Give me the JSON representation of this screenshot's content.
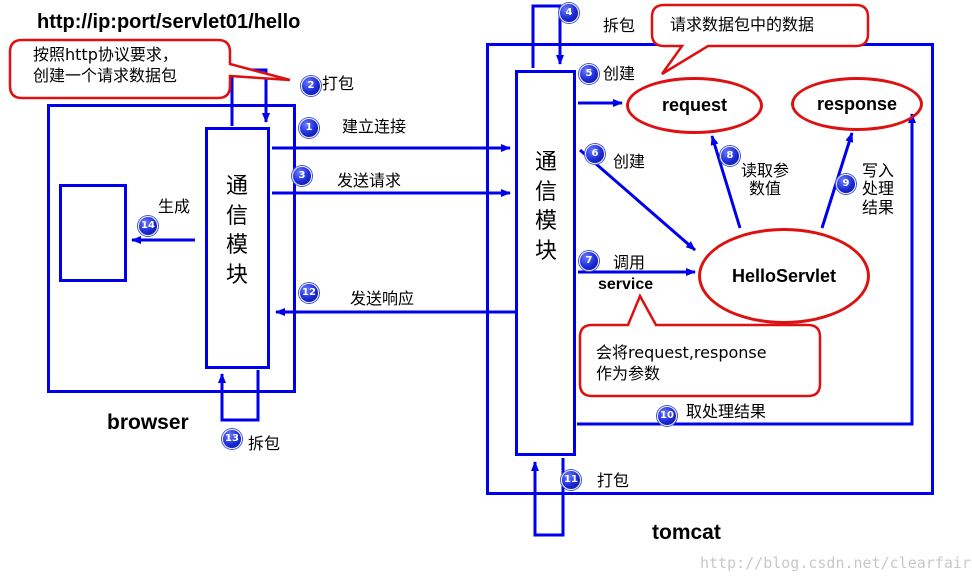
{
  "title_url": "http://ip:port/servlet01/hello",
  "browser": {
    "name": "browser",
    "comm_module_chars": [
      "通",
      "信",
      "模",
      "块"
    ],
    "generate_label": "生成",
    "unpack_label": "拆包"
  },
  "tomcat": {
    "name": "tomcat",
    "comm_module_chars": [
      "通",
      "信",
      "模",
      "块"
    ],
    "unpack_label": "拆包",
    "pack_label": "打包",
    "create_label_5": "创建",
    "create_label_6": "创建",
    "read_params_label": [
      "读取参",
      "数值"
    ],
    "write_result_label": [
      "写入",
      "处理",
      "结果"
    ],
    "invoke_label": "调用",
    "service_label": "service",
    "get_result_label": "取处理结果",
    "request_label": "request",
    "response_label": "response",
    "servlet_label": "HelloServlet"
  },
  "arrows": {
    "pack_label": "打包",
    "connect_label": "建立连接",
    "send_request_label": "发送请求",
    "send_response_label": "发送响应"
  },
  "callouts": {
    "browser_request": [
      "按照http协议要求，",
      "创建一个请求数据包"
    ],
    "request_data": "请求数据包中的数据",
    "service_params": [
      "会将request,response",
      "作为参数"
    ]
  },
  "badges": {
    "b1": "1",
    "b2": "2",
    "b3": "3",
    "b4": "4",
    "b5": "5",
    "b6": "6",
    "b7": "7",
    "b8": "8",
    "b9": "9",
    "b10": "10",
    "b11": "11",
    "b12": "12",
    "b13": "13",
    "b14": "14"
  },
  "watermark": "http://blog.csdn.net/clearfairy",
  "colors": {
    "line_blue": "#0000ee",
    "callout_red": "#dd1111",
    "badge_blue": "#1a2ad6"
  }
}
